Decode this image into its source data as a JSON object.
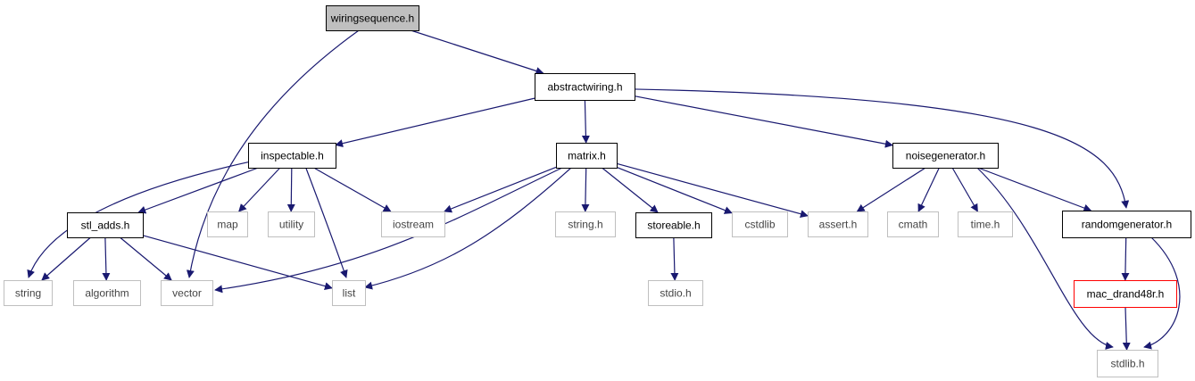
{
  "colors": {
    "edge": "#191970",
    "main_fill": "#bfbfbf",
    "doc_border": "#000000",
    "ext_border": "#bfbfbf",
    "red_border": "#ff0000"
  },
  "nodes": [
    {
      "id": "wiringsequence",
      "label": "wiringsequence.h",
      "style": "main"
    },
    {
      "id": "abstractwiring",
      "label": "abstractwiring.h",
      "style": "doc"
    },
    {
      "id": "inspectable",
      "label": "inspectable.h",
      "style": "doc"
    },
    {
      "id": "matrix",
      "label": "matrix.h",
      "style": "doc"
    },
    {
      "id": "noisegenerator",
      "label": "noisegenerator.h",
      "style": "doc"
    },
    {
      "id": "stl_adds",
      "label": "stl_adds.h",
      "style": "doc"
    },
    {
      "id": "map",
      "label": "map",
      "style": "ext"
    },
    {
      "id": "utility",
      "label": "utility",
      "style": "ext"
    },
    {
      "id": "iostream",
      "label": "iostream",
      "style": "ext"
    },
    {
      "id": "string_h",
      "label": "string.h",
      "style": "ext"
    },
    {
      "id": "storeable",
      "label": "storeable.h",
      "style": "doc"
    },
    {
      "id": "cstdlib",
      "label": "cstdlib",
      "style": "ext"
    },
    {
      "id": "assert",
      "label": "assert.h",
      "style": "ext"
    },
    {
      "id": "cmath",
      "label": "cmath",
      "style": "ext"
    },
    {
      "id": "time",
      "label": "time.h",
      "style": "ext"
    },
    {
      "id": "randomgenerator",
      "label": "randomgenerator.h",
      "style": "doc"
    },
    {
      "id": "string",
      "label": "string",
      "style": "ext"
    },
    {
      "id": "algorithm",
      "label": "algorithm",
      "style": "ext"
    },
    {
      "id": "vector",
      "label": "vector",
      "style": "ext"
    },
    {
      "id": "list",
      "label": "list",
      "style": "ext"
    },
    {
      "id": "stdio",
      "label": "stdio.h",
      "style": "ext"
    },
    {
      "id": "mac_drand48r",
      "label": "mac_drand48r.h",
      "style": "red"
    },
    {
      "id": "stdlib",
      "label": "stdlib.h",
      "style": "ext"
    }
  ],
  "edges": [
    {
      "from": "wiringsequence",
      "to": "abstractwiring"
    },
    {
      "from": "wiringsequence",
      "to": "vector"
    },
    {
      "from": "abstractwiring",
      "to": "inspectable"
    },
    {
      "from": "abstractwiring",
      "to": "matrix"
    },
    {
      "from": "abstractwiring",
      "to": "noisegenerator"
    },
    {
      "from": "abstractwiring",
      "to": "randomgenerator"
    },
    {
      "from": "inspectable",
      "to": "string"
    },
    {
      "from": "inspectable",
      "to": "stl_adds"
    },
    {
      "from": "inspectable",
      "to": "map"
    },
    {
      "from": "inspectable",
      "to": "utility"
    },
    {
      "from": "inspectable",
      "to": "list"
    },
    {
      "from": "inspectable",
      "to": "iostream"
    },
    {
      "from": "stl_adds",
      "to": "string"
    },
    {
      "from": "stl_adds",
      "to": "algorithm"
    },
    {
      "from": "stl_adds",
      "to": "vector"
    },
    {
      "from": "stl_adds",
      "to": "list"
    },
    {
      "from": "matrix",
      "to": "iostream"
    },
    {
      "from": "matrix",
      "to": "vector"
    },
    {
      "from": "matrix",
      "to": "list"
    },
    {
      "from": "matrix",
      "to": "string_h"
    },
    {
      "from": "matrix",
      "to": "storeable"
    },
    {
      "from": "matrix",
      "to": "cstdlib"
    },
    {
      "from": "matrix",
      "to": "assert"
    },
    {
      "from": "storeable",
      "to": "stdio"
    },
    {
      "from": "noisegenerator",
      "to": "assert"
    },
    {
      "from": "noisegenerator",
      "to": "cmath"
    },
    {
      "from": "noisegenerator",
      "to": "time"
    },
    {
      "from": "noisegenerator",
      "to": "randomgenerator"
    },
    {
      "from": "noisegenerator",
      "to": "stdlib"
    },
    {
      "from": "randomgenerator",
      "to": "mac_drand48r"
    },
    {
      "from": "randomgenerator",
      "to": "stdlib"
    },
    {
      "from": "mac_drand48r",
      "to": "stdlib"
    }
  ]
}
